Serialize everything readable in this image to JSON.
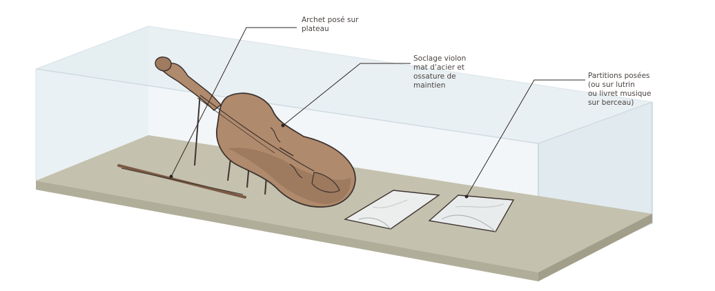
{
  "colors": {
    "plinth_top": "#c4c1ae",
    "plinth_front": "#b0ad99",
    "violin_wood": "#b08a6c",
    "violin_dark": "#8f6d55",
    "glass": "#dfe9ef",
    "paper": "#eceeed",
    "sketch_line": "#3d3330",
    "callout_line": "#2d2524"
  },
  "callouts": [
    {
      "lines": [
        "Archet posé sur",
        "plateau"
      ]
    },
    {
      "lines": [
        "Soclage violon",
        "mat d’acier et",
        "ossature de",
        "maintien"
      ]
    },
    {
      "lines": [
        "Partitions posées",
        "(ou sur lutrin",
        "ou livret musique",
        "sur berceau)"
      ]
    }
  ]
}
